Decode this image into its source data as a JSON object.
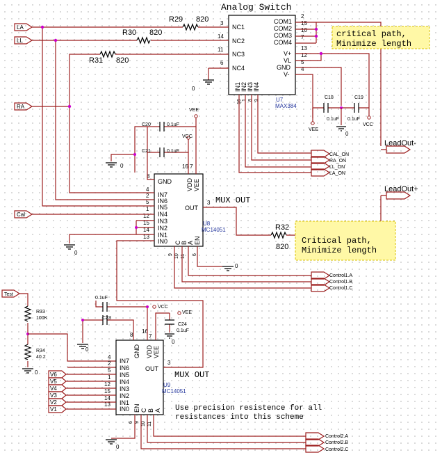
{
  "title_switch": "Analog Switch",
  "u7": {
    "ref": "U7",
    "part": "MAX384",
    "left_pins": [
      {
        "name": "NC1",
        "num": "3"
      },
      {
        "name": "NC2",
        "num": "14"
      },
      {
        "name": "NC3",
        "num": "11"
      },
      {
        "name": "NC4",
        "num": "6"
      }
    ],
    "com_pins": [
      {
        "name": "COM1",
        "num": "2"
      },
      {
        "name": "COM2",
        "num": "15"
      },
      {
        "name": "COM3",
        "num": "10"
      },
      {
        "name": "COM4",
        "num": "7"
      }
    ],
    "pwr_pins": [
      {
        "name": "V+",
        "num": "13"
      },
      {
        "name": "VL",
        "num": "12"
      },
      {
        "name": "GND",
        "num": "5"
      },
      {
        "name": "V-",
        "num": "4"
      }
    ],
    "in_pins": [
      "IN1",
      "IN2",
      "IN3",
      "IN4"
    ],
    "in_nums": [
      "16",
      "1",
      "8",
      "9"
    ]
  },
  "inputs": {
    "la": "LA",
    "ll": "LL",
    "ra": "RA",
    "cal": "Cal",
    "test": "Test"
  },
  "resistors": {
    "r29": "R29",
    "r29v": "820",
    "r30": "R30",
    "r30v": "820",
    "r31": "R31",
    "r31v": "820",
    "r32": "R32",
    "r32v": "820",
    "r33": "R33",
    "r33v": "100K",
    "r34": "R34",
    "r34v": "40.2"
  },
  "caps": {
    "c18": "C18",
    "c18v": "0.1uF",
    "c19": "C19",
    "c19v": "0.1uF",
    "c20": "C20",
    "c20v": "0.1uF",
    "c21": "C21",
    "c21v": "0.1uF",
    "c23": "C23",
    "c23v": "0.1uF",
    "c24": "C24",
    "c24v": "0.1uF"
  },
  "power": {
    "vee": "VEE",
    "vcc": "VCC",
    "zero": "0"
  },
  "notes": {
    "critical1_l1": "critical path,",
    "critical1_l2": "Minimize length",
    "critical2_l1": "Critical path,",
    "critical2_l2": "Minimize length",
    "precision_l1": "Use precision resistence for all",
    "precision_l2": "resistances into this scheme"
  },
  "leads": {
    "minus": "LeadOut-",
    "plus": "LeadOut+"
  },
  "control_nets": [
    "CAL_ON",
    "RA_ON",
    "LL_ON",
    "LA_ON"
  ],
  "u8": {
    "ref": "U8",
    "part": "MC14051",
    "mux": "MUX OUT",
    "in_pins": [
      "IN7",
      "IN6",
      "IN5",
      "IN4",
      "IN3",
      "IN2",
      "IN1",
      "IN0"
    ],
    "in_nums": [
      "4",
      "2",
      "5",
      "1",
      "12",
      "15",
      "14",
      "13"
    ],
    "gnd": "GND",
    "gnd_num": "8",
    "out": "OUT",
    "out_num": "3",
    "vdd": "VDD",
    "vee": "VEE",
    "vdd_num": "16",
    "vee_num": "7",
    "ctrl_pins": [
      "C",
      "B",
      "A",
      "EN"
    ],
    "ctrl_nums": [
      "9",
      "10",
      "11",
      "6"
    ],
    "controls": [
      "Control1.A",
      "Control1.B",
      "Control1.C"
    ]
  },
  "u9": {
    "ref": "U9",
    "part": "MC14051",
    "mux": "MUX OUT",
    "in_pins": [
      "IN7",
      "IN6",
      "IN5",
      "IN4",
      "IN3",
      "IN2",
      "IN1",
      "IN0"
    ],
    "in_nums": [
      "4",
      "2",
      "5",
      "1",
      "12",
      "15",
      "14",
      "13"
    ],
    "gnd": "GND",
    "gnd_num": "8",
    "out": "OUT",
    "out_num": "3",
    "vdd": "VDD",
    "vee": "VEE",
    "vdd_num": "16",
    "vee_num": "7",
    "ctrl_pins": [
      "EN",
      "C",
      "B",
      "A"
    ],
    "ctrl_nums": [
      "6",
      "9",
      "10",
      "11"
    ],
    "controls": [
      "Control2.A",
      "Control2.B",
      "Control2.C"
    ]
  },
  "v_inputs": [
    "V6",
    "V5",
    "V4",
    "V3",
    "V2",
    "V1"
  ],
  "colors": {
    "wire": "#9c1f1f",
    "junction": "#cc00cc",
    "label_blue": "#24369c",
    "note_fill": "#fff8a6"
  }
}
